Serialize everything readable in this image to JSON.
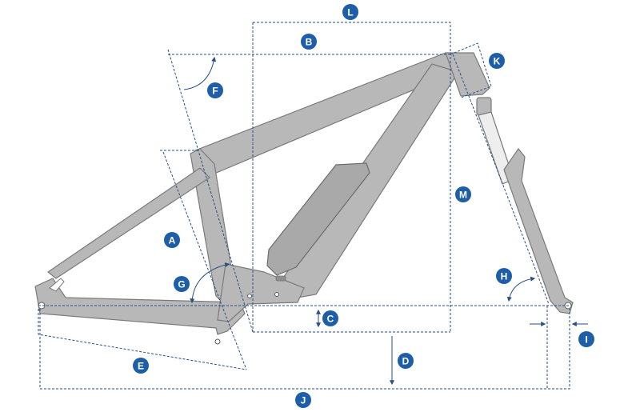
{
  "labels": {
    "A": "A",
    "B": "B",
    "C": "C",
    "D": "D",
    "E": "E",
    "F": "F",
    "G": "G",
    "H": "H",
    "I": "I",
    "J": "J",
    "K": "K",
    "L": "L",
    "M": "M"
  },
  "colors": {
    "badge": "#1e5ea8",
    "frame": "#b8b8b8",
    "frame_outline": "#7a7a7a",
    "dimension_lines": "#2a4f86"
  }
}
